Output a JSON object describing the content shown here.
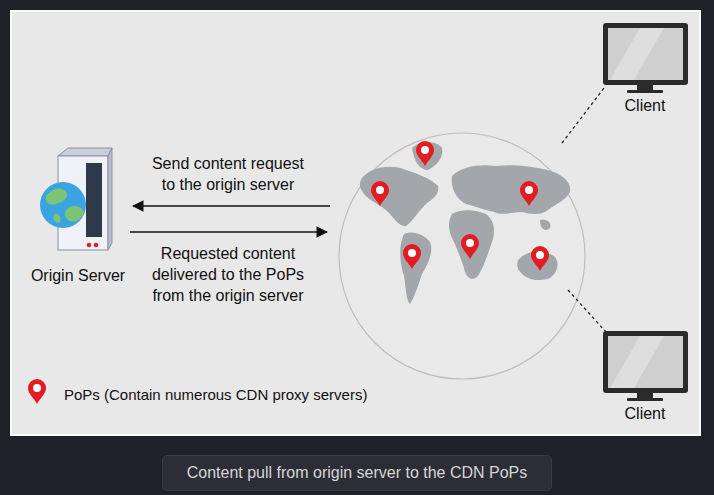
{
  "diagram": {
    "caption": "Content pull from origin server to the CDN PoPs",
    "nodes": [
      {
        "text": [
          "Origin Server"
        ]
      },
      {
        "text": [
          "Client"
        ]
      },
      {
        "text": [
          "Client"
        ]
      }
    ],
    "labels": [
      "Send content request to the origin server",
      "Requested content delivered to the PoPs from the origin server"
    ],
    "legend": [
      {
        "text": "PoPs (Contain numerous CDN proxy servers)"
      }
    ]
  }
}
